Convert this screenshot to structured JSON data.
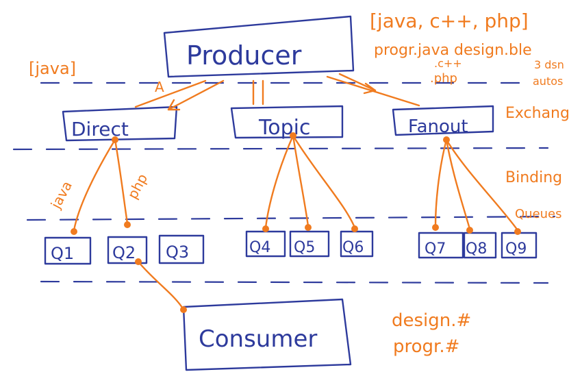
{
  "producer": {
    "label": "Producer"
  },
  "exchanges": [
    {
      "label": "Direct"
    },
    {
      "label": "Topic"
    },
    {
      "label": "Fanout"
    }
  ],
  "queues": [
    "Q1",
    "Q2",
    "Q3",
    "Q4",
    "Q5",
    "Q6",
    "Q7",
    "Q8",
    "Q9"
  ],
  "consumer": {
    "label": "Consumer"
  },
  "binding_keys": {
    "java": "java",
    "php": "php"
  },
  "annotations": {
    "java_key": "[java]",
    "arrow_label": "A",
    "key_list": "[java, c++, php]",
    "routing_keys_1": "progr.java  design.ble",
    "routing_keys_2": ".c++",
    "routing_keys_3": ".php",
    "right_note_1": "3 dsn",
    "right_note_2": "autos",
    "consumer_keys_1": "design.#",
    "consumer_keys_2": "progr.#"
  },
  "layers": {
    "exchanges": "Exchanges",
    "binding": "Binding",
    "queues": "Queues"
  },
  "colors": {
    "ink_blue": "#2d3a9c",
    "ink_orange": "#f07b1f"
  }
}
